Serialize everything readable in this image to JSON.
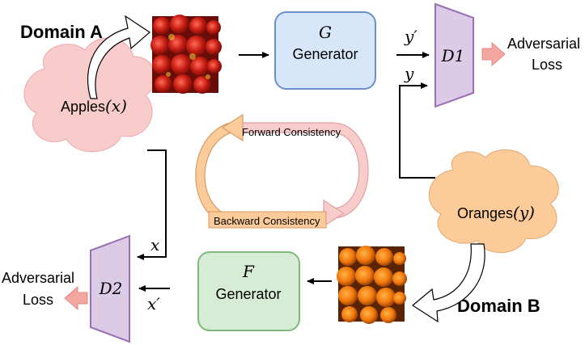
{
  "domain_a": {
    "title": "Domain A",
    "cloud_label": "Apples",
    "cloud_var": "(x)"
  },
  "domain_b": {
    "title": "Domain B",
    "cloud_label": "Oranges",
    "cloud_var": "(y)"
  },
  "generator_g": {
    "symbol": "G",
    "label": "Generator"
  },
  "generator_f": {
    "symbol": "F",
    "label": "Generator"
  },
  "discriminator_1": {
    "label": "D1"
  },
  "discriminator_2": {
    "label": "D2"
  },
  "loss_1": {
    "line1": "Adversarial",
    "line2": "Loss"
  },
  "loss_2": {
    "line1": "Adversarial",
    "line2": "Loss"
  },
  "arrow_labels": {
    "y_prime": "y′",
    "y": "y",
    "x": "x",
    "x_prime": "x′"
  },
  "consistency": {
    "forward": "Forward Consistency",
    "backward": "Backward Consistency"
  },
  "colors": {
    "cloud": "#f9cccc",
    "cloud_b": "#fbcb99",
    "generator_g_fill": "#d7e6f9",
    "generator_g_stroke": "#6b90c8",
    "generator_f_fill": "#d7ecd5",
    "generator_f_stroke": "#7fb87b",
    "discriminator_fill": "#dccbe6",
    "discriminator_stroke": "#9a6fb4",
    "loss_arrow": "#f4a6a0"
  }
}
